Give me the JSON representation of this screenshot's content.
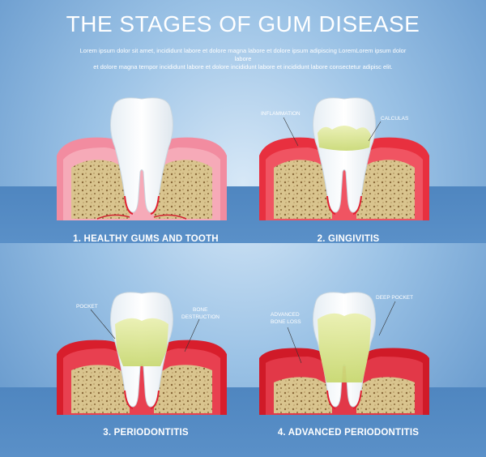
{
  "title": "THE STAGES OF GUM DISEASE",
  "subtitle_lines": [
    "Lorem ipsum dolor sit amet,  incididunt labore et dolore magna labore et dolore ipsum adipiscing LoremLorem ipsum dolor labore",
    "et dolore magna tempor incididunt labore et dolore incididunt labore et incididunt labore consectetur adipisc elit."
  ],
  "stages": [
    {
      "caption": "1. HEALTHY GUMS AND TOOTH",
      "labels": []
    },
    {
      "caption": "2. GINGIVITIS",
      "labels": [
        "INFLAMMATION",
        "CALCULAS"
      ]
    },
    {
      "caption": "3. PERIODONTITIS",
      "labels": [
        "POCKET",
        "BONE",
        "DESTRUCTION"
      ]
    },
    {
      "caption": "4. ADVANCED PERIODONTITIS",
      "labels": [
        "ADVANCED",
        "BONE LOSS",
        "DEEP POCKET"
      ]
    }
  ],
  "colors": {
    "background": "#6a9ccf",
    "gum_healthy": "#f08a9c",
    "gum_inflamed": "#e02030",
    "bone": "#d6c28c",
    "tooth": "#ffffff",
    "plaque": "#d6e07a"
  }
}
